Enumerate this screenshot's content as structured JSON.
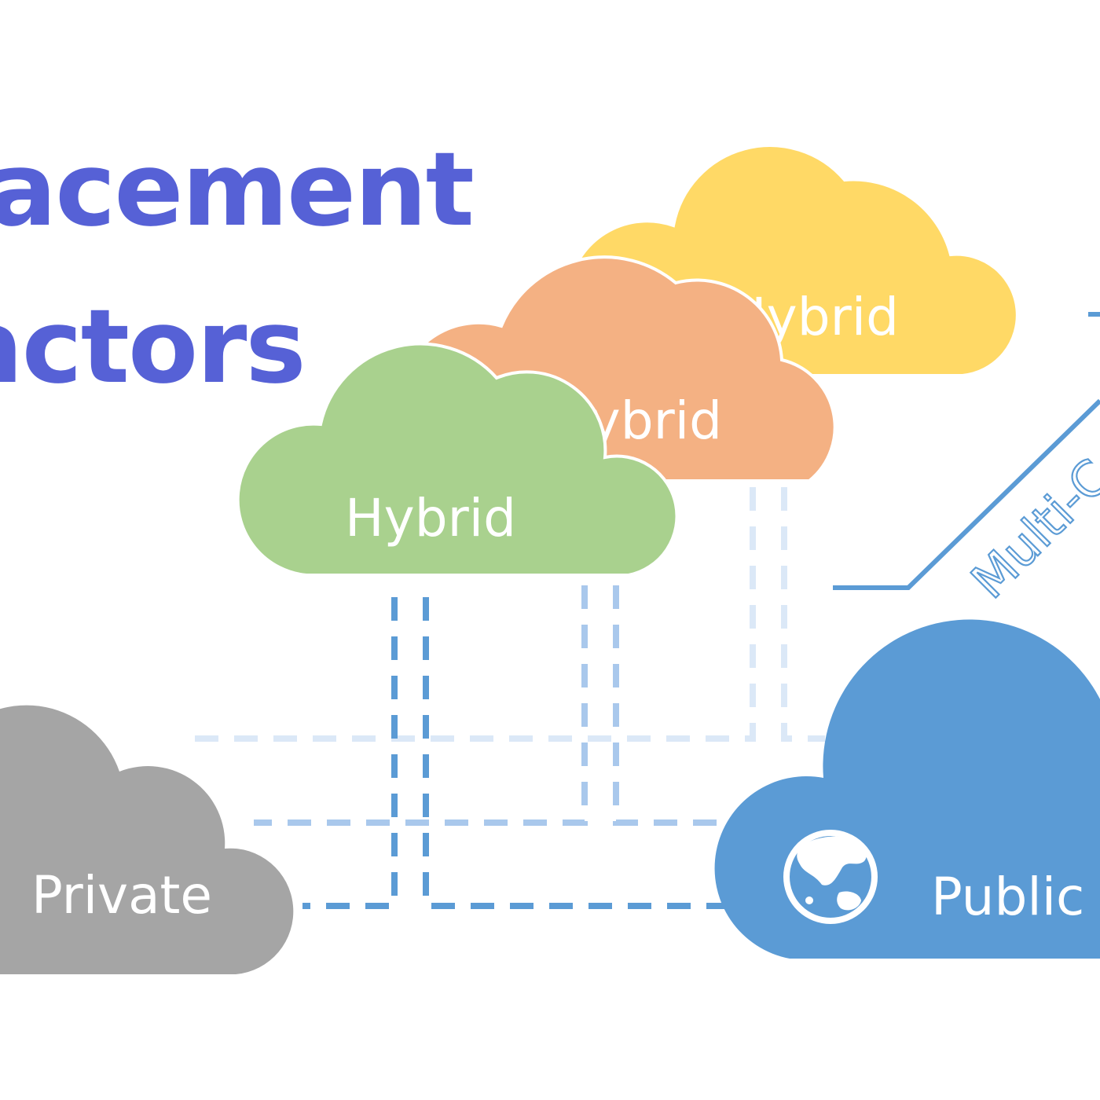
{
  "title": {
    "line1": "lacement",
    "line2": "actors"
  },
  "clouds": {
    "back": {
      "label": "Hybrid"
    },
    "middle": {
      "label": "Hybrid"
    },
    "front": {
      "label": "Hybrid"
    },
    "private": {
      "label": "Private"
    },
    "public": {
      "label": "Public"
    }
  },
  "multi_cloud": {
    "label": "Multi-C"
  },
  "colors": {
    "title": "#5661d6",
    "yellow_cloud": "#ffd966",
    "orange_cloud": "#f4b183",
    "green_cloud": "#a9d18e",
    "private_cloud": "#a5a5a5",
    "public_cloud": "#5b9bd5",
    "connector": "#5b9bd5"
  }
}
